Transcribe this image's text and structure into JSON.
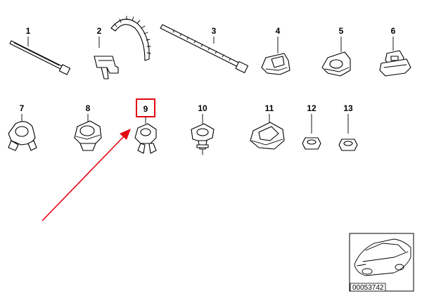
{
  "diagram": {
    "parts": [
      {
        "label": "1"
      },
      {
        "label": "2"
      },
      {
        "label": "3"
      },
      {
        "label": "4"
      },
      {
        "label": "5"
      },
      {
        "label": "6"
      },
      {
        "label": "7"
      },
      {
        "label": "8"
      },
      {
        "label": "9"
      },
      {
        "label": "10"
      },
      {
        "label": "11"
      },
      {
        "label": "12"
      },
      {
        "label": "13"
      }
    ],
    "highlighted_part": "9",
    "highlight_color": "#e30613",
    "arrow_color": "#e30613",
    "thumbnail": {
      "code": "00053742"
    }
  }
}
